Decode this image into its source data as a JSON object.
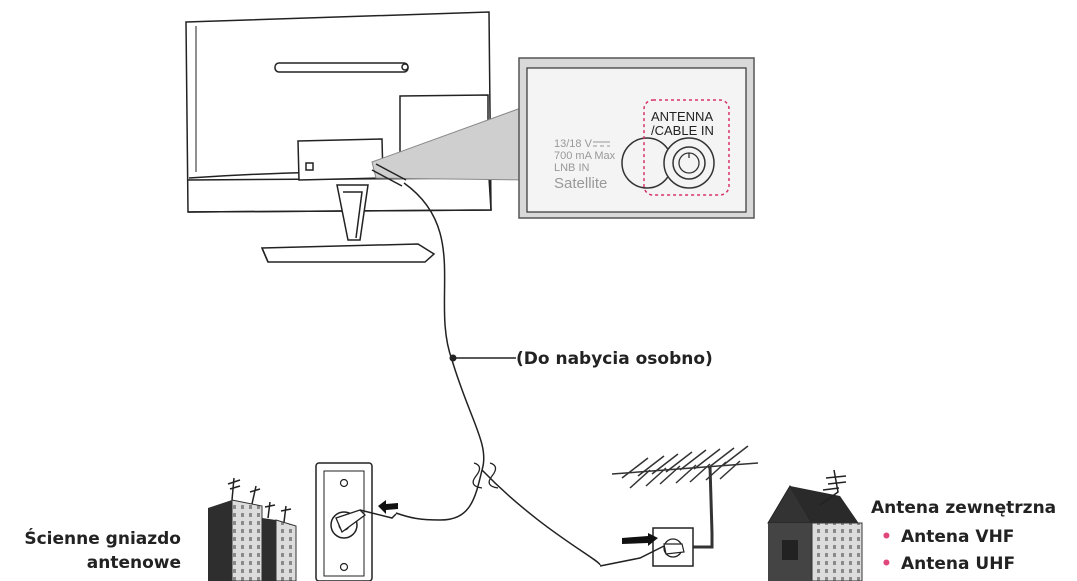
{
  "panel": {
    "antenna_line1": "ANTENNA",
    "antenna_line2": "/CABLE IN",
    "sat_line1": "13/18 V",
    "sat_line2": "700 mA Max",
    "sat_line3": "LNB IN",
    "sat_line4": "Satellite"
  },
  "labels": {
    "cable": "(Do nabycia osobno)",
    "wall_line1": "Ścienne gniazdo",
    "wall_line2": "antenowe",
    "outdoor_title": "Antena zewnętrzna",
    "outdoor_items": [
      "Antena VHF",
      "Antena UHF"
    ]
  },
  "colors": {
    "highlight_dashed": "#d6336c",
    "bullet": "#e0457b",
    "panel_fill": "#d9d9d9",
    "line": "#222222"
  }
}
